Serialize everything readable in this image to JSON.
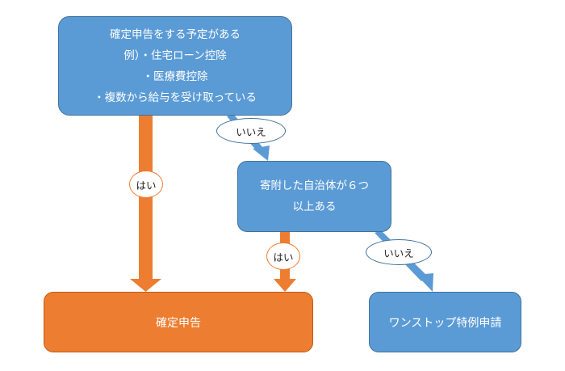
{
  "colors": {
    "blue_box": "#5b9bd5",
    "blue_border": "#41719c",
    "orange_box": "#ed7d31",
    "orange_border": "#c55a11",
    "label_background": "#ffffff"
  },
  "nodes": {
    "q1": {
      "lines": [
        "確定申告をする予定がある",
        "例）・住宅ローン控除",
        "・医療費控除",
        "・複数から給与を受け取っている"
      ]
    },
    "q2": {
      "lines": [
        "寄附した自治体が６つ",
        "以上ある"
      ]
    },
    "final_return": {
      "label": "確定申告"
    },
    "one_stop": {
      "label": "ワンストップ特例申請"
    }
  },
  "edges": {
    "q1_yes": {
      "label": "はい",
      "color": "#ed7d31"
    },
    "q1_no": {
      "label": "いいえ",
      "color": "#5b9bd5"
    },
    "q2_yes": {
      "label": "はい",
      "color": "#ed7d31"
    },
    "q2_no": {
      "label": "いいえ",
      "color": "#5b9bd5"
    }
  }
}
